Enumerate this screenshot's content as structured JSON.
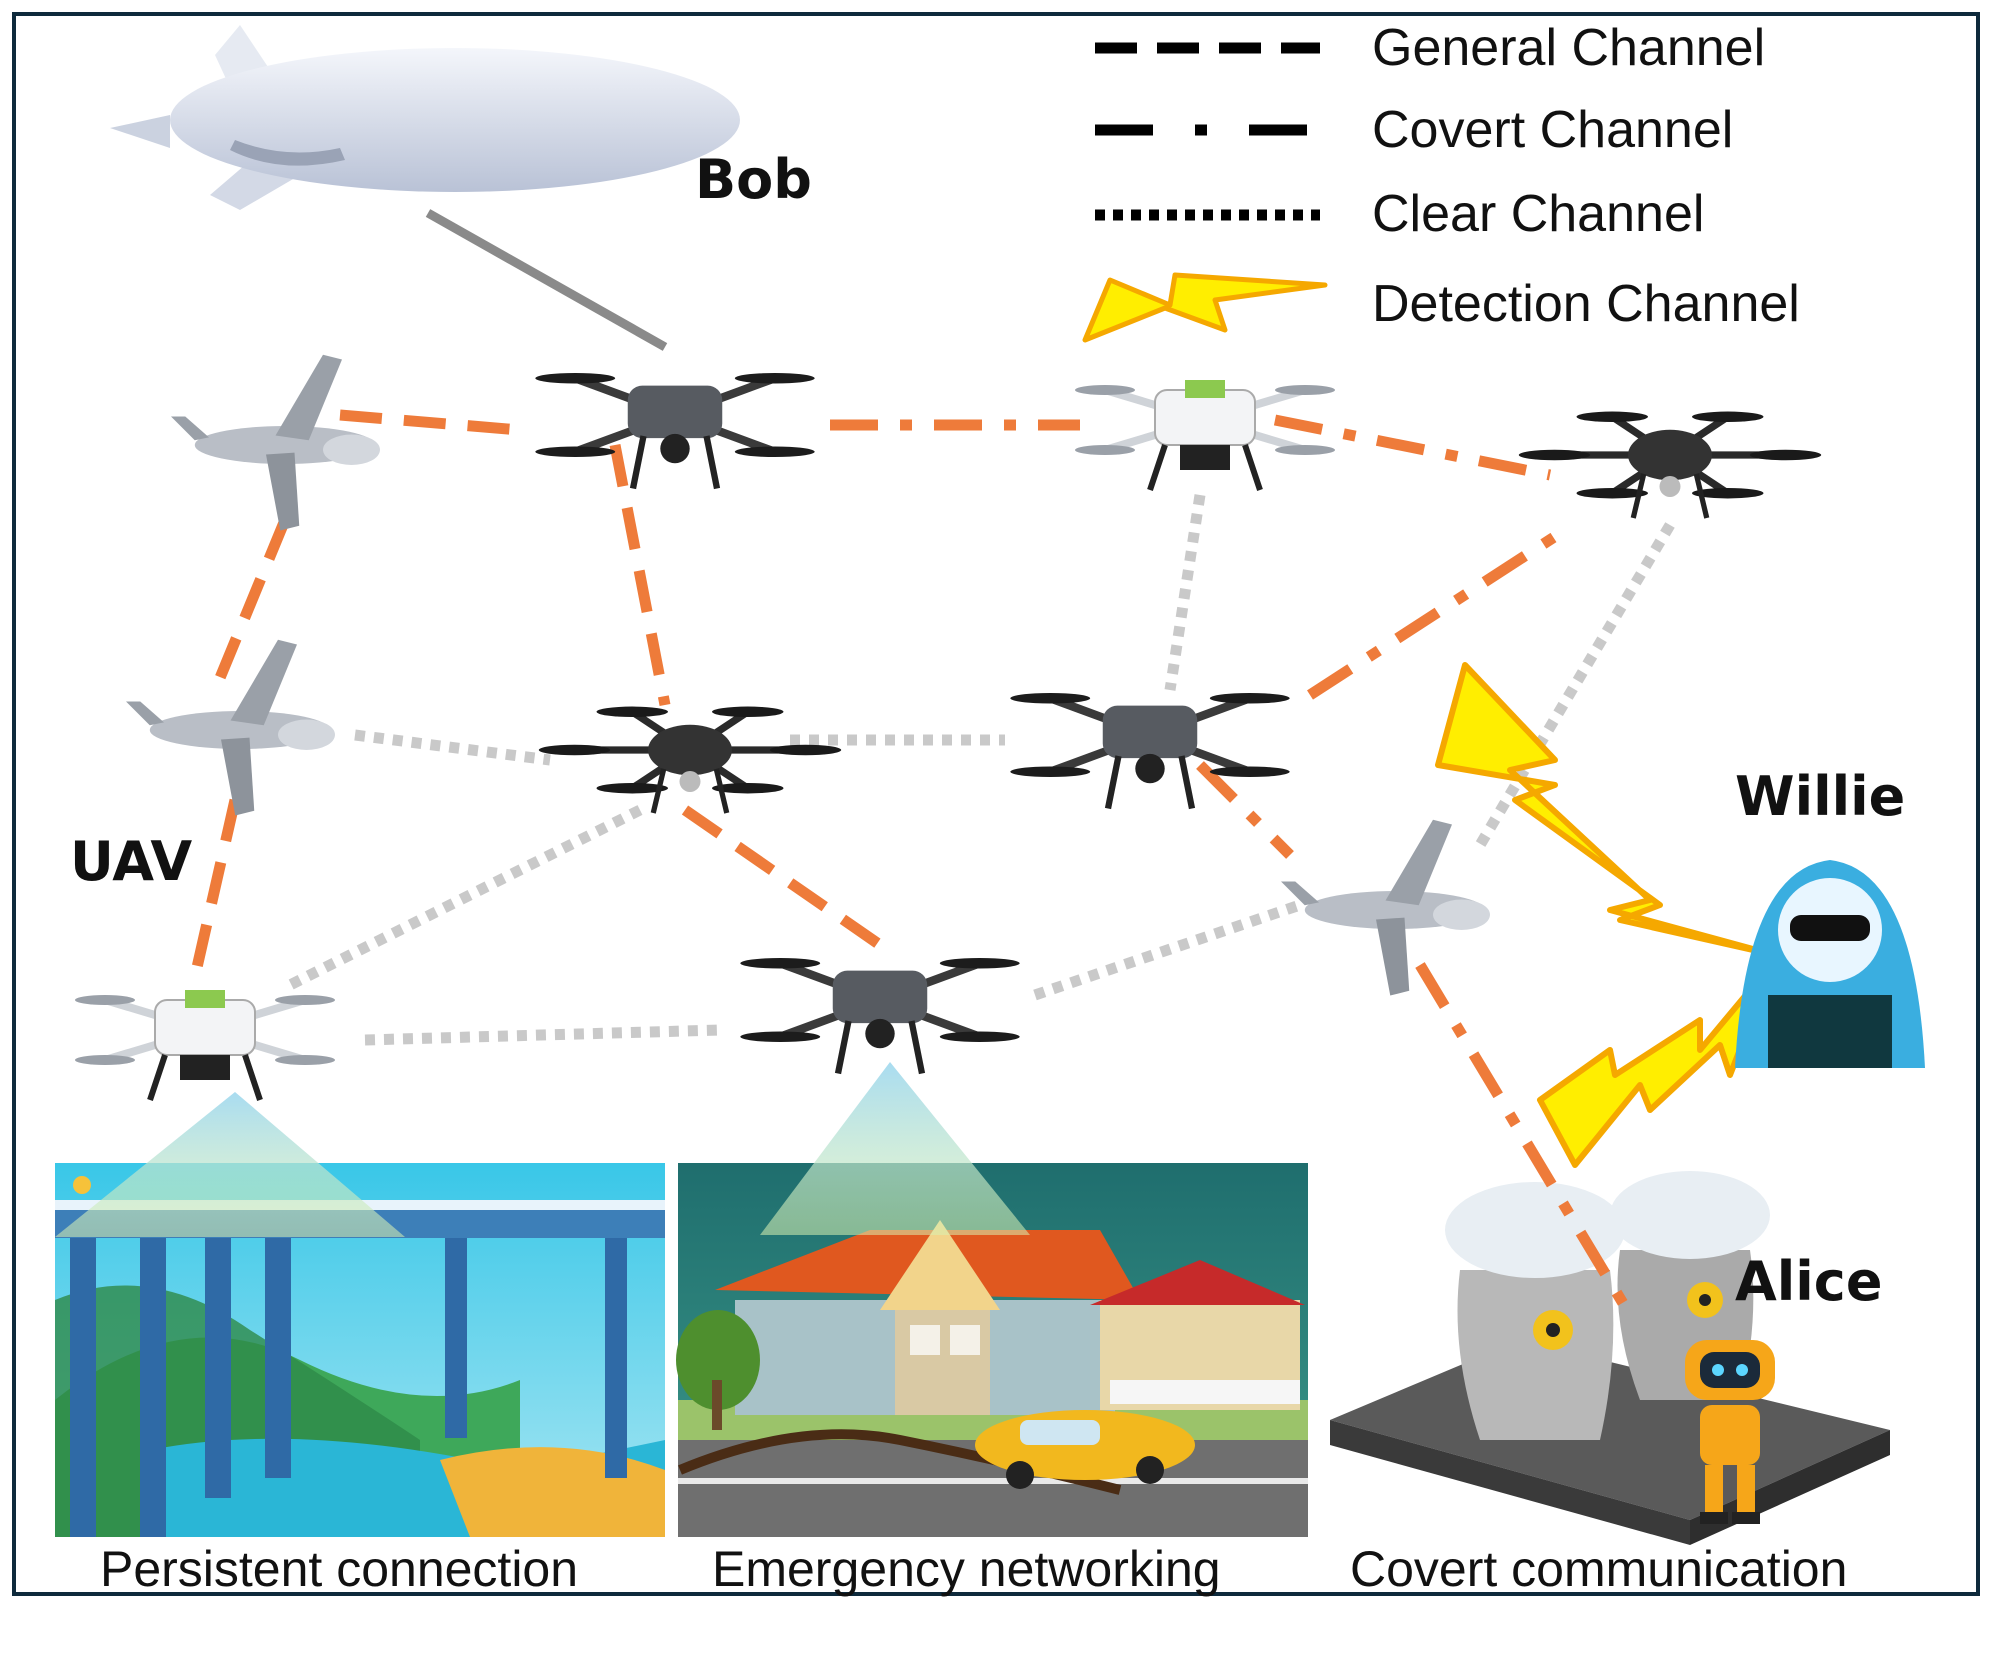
{
  "legend": [
    {
      "label": "General Channel",
      "style": "general",
      "icon": "dashed-line"
    },
    {
      "label": "Covert Channel",
      "style": "covert",
      "icon": "dash-dot-line"
    },
    {
      "label": "Clear  Channel",
      "style": "clear",
      "icon": "dotted-line"
    },
    {
      "label": "Detection Channel",
      "style": "detection",
      "icon": "lightning-bolt"
    }
  ],
  "nodes": {
    "bob": "Bob",
    "uav": "UAV",
    "willie": "Willie",
    "alice": "Alice"
  },
  "captions": [
    "Persistent connection",
    "Emergency networking",
    "Covert communication"
  ],
  "colors": {
    "general": "#ee7b3a",
    "clear": "#c9c9c9",
    "bob_link": "#8a8a8a",
    "detection_fill": "#ffee00",
    "detection_stroke": "#f5a800",
    "frame": "#0e2a3c",
    "willie": "#3aaee0"
  }
}
